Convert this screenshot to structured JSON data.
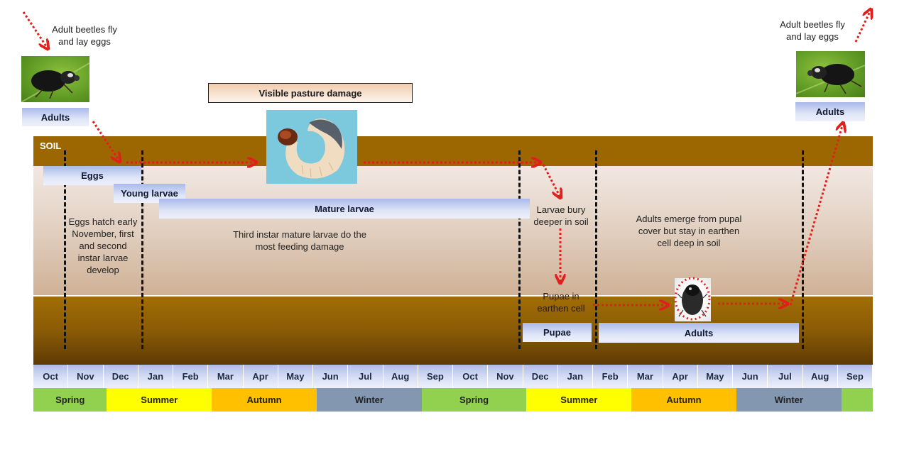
{
  "diagram": {
    "type": "life-cycle timeline",
    "top_left": {
      "note": "Adult beetles fly and lay eggs",
      "note_lines": [
        "Adult beetles fly",
        "and lay eggs"
      ],
      "stage_label": "Adults",
      "image": "adult-beetle-photo"
    },
    "top_right": {
      "note_lines": [
        "Adult beetles fly",
        "and lay eggs"
      ],
      "stage_label": "Adults",
      "image": "adult-beetle-photo"
    },
    "pasture_damage_label": "Visible pasture damage",
    "larva_image": "larva-grub-photo",
    "soil_label": "SOIL",
    "stages": {
      "eggs": "Eggs",
      "young_larvae": "Young larvae",
      "mature_larvae": "Mature larvae",
      "pupae": "Pupae",
      "adults": "Adults"
    },
    "notes": {
      "eggs_hatch": [
        "Eggs hatch early",
        "November, first",
        "and second",
        "instar larvae",
        "develop"
      ],
      "third_instar": [
        "Third instar mature larvae do the",
        "most feeding damage"
      ],
      "larvae_bury": [
        "Larvae bury",
        "deeper in soil"
      ],
      "pupae_cell": [
        "Pupae in",
        "earthen cell"
      ],
      "adults_emerge": [
        "Adults emerge from pupal",
        "cover but stay in earthen",
        "cell deep in soil"
      ]
    },
    "adult_in_cell_image": "adult-beetle-in-cell-photo",
    "months": [
      "Oct",
      "Nov",
      "Dec",
      "Jan",
      "Feb",
      "Mar",
      "Apr",
      "May",
      "Jun",
      "Jul",
      "Aug",
      "Sep",
      "Oct",
      "Nov",
      "Dec",
      "Jan",
      "Feb",
      "Mar",
      "Apr",
      "May",
      "Jun",
      "Jul",
      "Aug",
      "Sep"
    ],
    "seasons": [
      {
        "label": "Spring",
        "span": 2.1,
        "color": "#92d050"
      },
      {
        "label": "Summer",
        "span": 3,
        "color": "#ffff00"
      },
      {
        "label": "Autumn",
        "span": 3,
        "color": "#ffc000"
      },
      {
        "label": "Winter",
        "span": 3,
        "color": "#8497b0"
      },
      {
        "label": "Spring",
        "span": 3,
        "color": "#92d050"
      },
      {
        "label": "Summer",
        "span": 3,
        "color": "#ffff00"
      },
      {
        "label": "Autumn",
        "span": 3,
        "color": "#ffc000"
      },
      {
        "label": "Winter",
        "span": 3,
        "color": "#8497b0"
      },
      {
        "label": "",
        "span": 0.9,
        "color": "#92d050"
      }
    ],
    "colors": {
      "soil_surface": "#9c6700",
      "soil_deep": "#5e3a04",
      "arrow": "#e0201c",
      "stage_bar": "#a9b9ea"
    }
  }
}
